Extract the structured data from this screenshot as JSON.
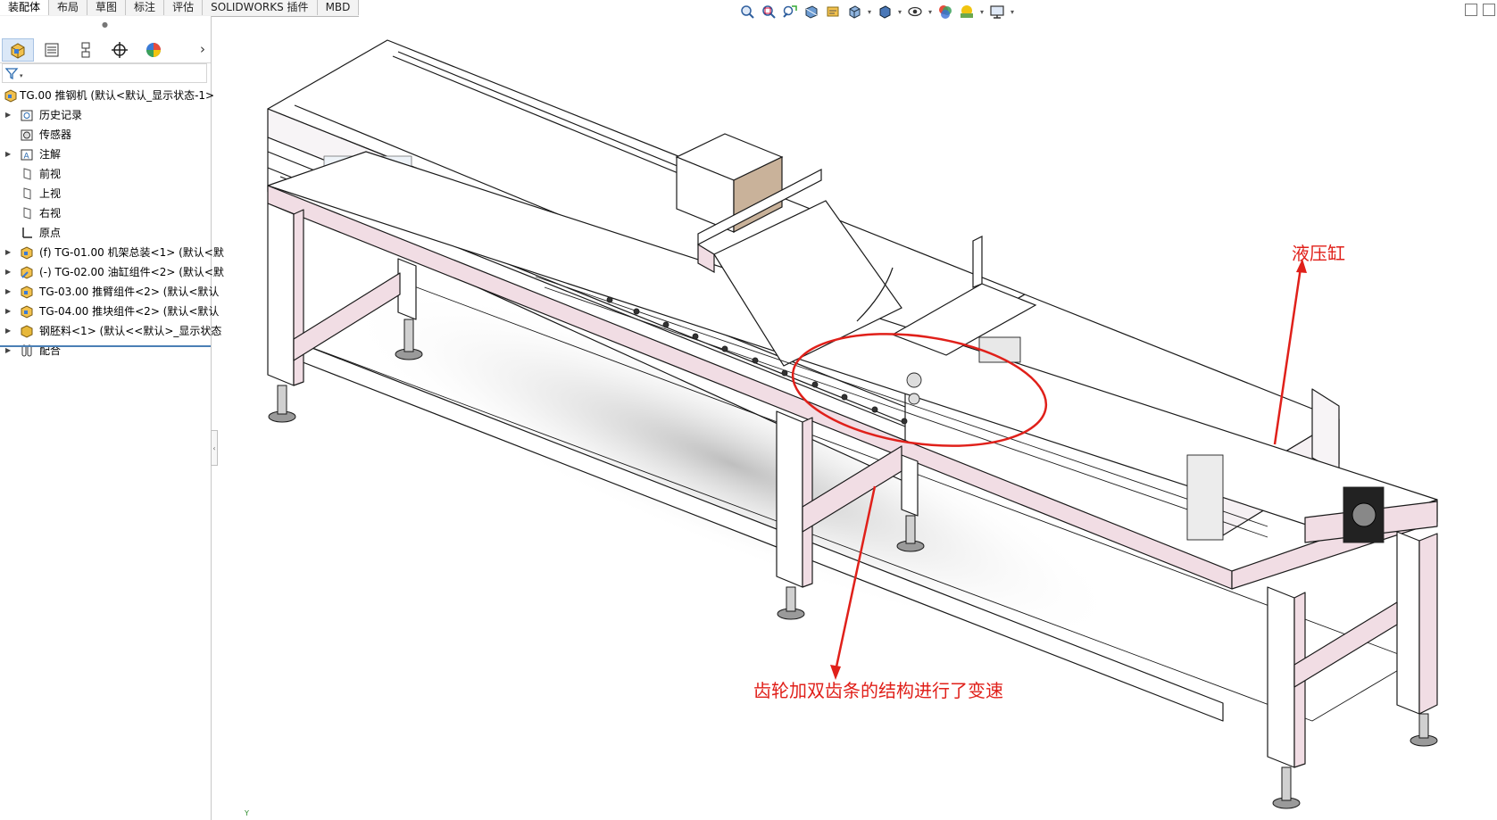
{
  "command_tabs": [
    {
      "label": "装配体",
      "active": true
    },
    {
      "label": "布局",
      "active": false
    },
    {
      "label": "草图",
      "active": false
    },
    {
      "label": "标注",
      "active": false
    },
    {
      "label": "评估",
      "active": false
    },
    {
      "label": "SOLIDWORKS 插件",
      "active": false
    },
    {
      "label": "MBD",
      "active": false
    }
  ],
  "heads_up_toolbar": [
    "zoom-to-fit-icon",
    "zoom-to-area-icon",
    "previous-view-icon",
    "section-view-icon",
    "dynamic-annotation-icon",
    "view-orientation-icon",
    "display-style-icon",
    "hide-show-items-icon",
    "edit-appearance-icon",
    "apply-scene-icon",
    "view-settings-icon"
  ],
  "manager_tabs": [
    "featuremanager-icon",
    "propertymanager-icon",
    "configurationmanager-icon",
    "dimxpert-icon",
    "displaymanager-icon"
  ],
  "tree": {
    "root": "TG.00 推钢机  (默认<默认_显示状态-1>",
    "items": [
      {
        "label": "历史记录",
        "icon": "history-icon",
        "expandable": true
      },
      {
        "label": "传感器",
        "icon": "sensor-icon",
        "expandable": false
      },
      {
        "label": "注解",
        "icon": "annotation-icon",
        "expandable": true
      },
      {
        "label": "前视",
        "icon": "plane-icon",
        "expandable": false
      },
      {
        "label": "上视",
        "icon": "plane-icon",
        "expandable": false
      },
      {
        "label": "右视",
        "icon": "plane-icon",
        "expandable": false
      },
      {
        "label": "原点",
        "icon": "origin-icon",
        "expandable": false
      },
      {
        "label": "(f) TG-01.00 机架总装<1> (默认<默",
        "icon": "subassembly-icon",
        "expandable": true
      },
      {
        "label": "(-) TG-02.00 油缸组件<2> (默认<默",
        "icon": "floating-subassembly-icon",
        "expandable": true
      },
      {
        "label": "TG-03.00 推臂组件<2> (默认<默认",
        "icon": "subassembly-icon",
        "expandable": true
      },
      {
        "label": "TG-04.00 推块组件<2> (默认<默认",
        "icon": "subassembly-icon",
        "expandable": true
      },
      {
        "label": "钢胚料<1> (默认<<默认>_显示状态",
        "icon": "part-subassembly-icon",
        "expandable": true
      },
      {
        "label": "配合",
        "icon": "mates-icon",
        "expandable": true
      }
    ]
  },
  "annotations": {
    "hydraulic_cylinder": "液压缸",
    "gear_rack": "齿轮加双齿条的结构进行了变速"
  },
  "colors": {
    "annotation_red": "#e0201a",
    "frame_pink": "#f1dde4",
    "tank_brown": "#c9b29a"
  },
  "triad_axis": "Y"
}
